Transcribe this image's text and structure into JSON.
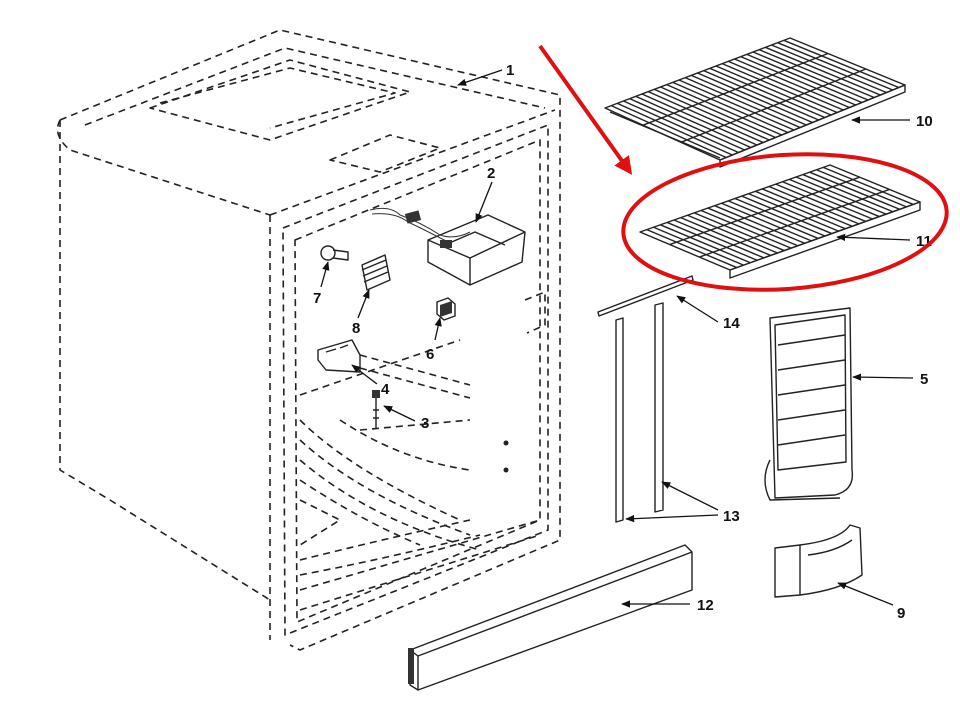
{
  "diagram": {
    "callouts": [
      {
        "id": "1",
        "label": "1"
      },
      {
        "id": "2",
        "label": "2"
      },
      {
        "id": "3",
        "label": "3"
      },
      {
        "id": "4",
        "label": "4"
      },
      {
        "id": "5",
        "label": "5"
      },
      {
        "id": "6",
        "label": "6"
      },
      {
        "id": "7",
        "label": "7"
      },
      {
        "id": "8",
        "label": "8"
      },
      {
        "id": "9",
        "label": "9"
      },
      {
        "id": "10",
        "label": "10"
      },
      {
        "id": "11",
        "label": "11"
      },
      {
        "id": "12",
        "label": "12"
      },
      {
        "id": "13",
        "label": "13"
      },
      {
        "id": "14",
        "label": "14"
      }
    ],
    "highlight": {
      "part": "11",
      "color": "#e01010"
    },
    "colors": {
      "line": "#222222",
      "highlight": "#e01010",
      "background": "#ffffff"
    }
  }
}
